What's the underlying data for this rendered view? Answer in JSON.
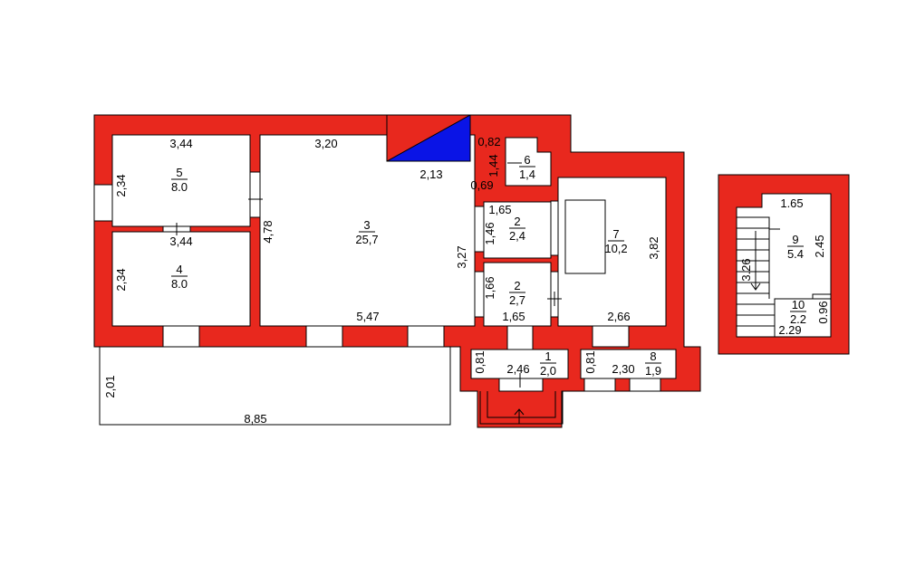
{
  "colors": {
    "wall": "#e8281e",
    "stair_fill": "#0a14e6",
    "background": "#ffffff",
    "line": "#000000"
  },
  "rooms": [
    {
      "number": "5",
      "area": "8.0"
    },
    {
      "number": "4",
      "area": "8.0"
    },
    {
      "number": "3",
      "area": "25,7"
    },
    {
      "number": "6",
      "area": "1,4"
    },
    {
      "number": "2",
      "area": "2,4"
    },
    {
      "number": "2",
      "area": "2,7"
    },
    {
      "number": "7",
      "area": "10,2"
    },
    {
      "number": "1",
      "area": "2,0"
    },
    {
      "number": "8",
      "area": "1,9"
    },
    {
      "number": "9",
      "area": "5.4"
    },
    {
      "number": "10",
      "area": "2.2"
    }
  ],
  "dims": [
    "3,44",
    "2,34",
    "3,44",
    "2,34",
    "3,20",
    "4,78",
    "2,13",
    "5,47",
    "0,82",
    "1,44",
    "0,69",
    "1,65",
    "1,46",
    "3,27",
    "1,66",
    "1,65",
    "3,82",
    "2,66",
    "0,81",
    "2,46",
    "0,81",
    "2,30",
    "2,01",
    "8,85",
    "1.65",
    "2.45",
    "3.26",
    "0.96",
    "2.29"
  ]
}
